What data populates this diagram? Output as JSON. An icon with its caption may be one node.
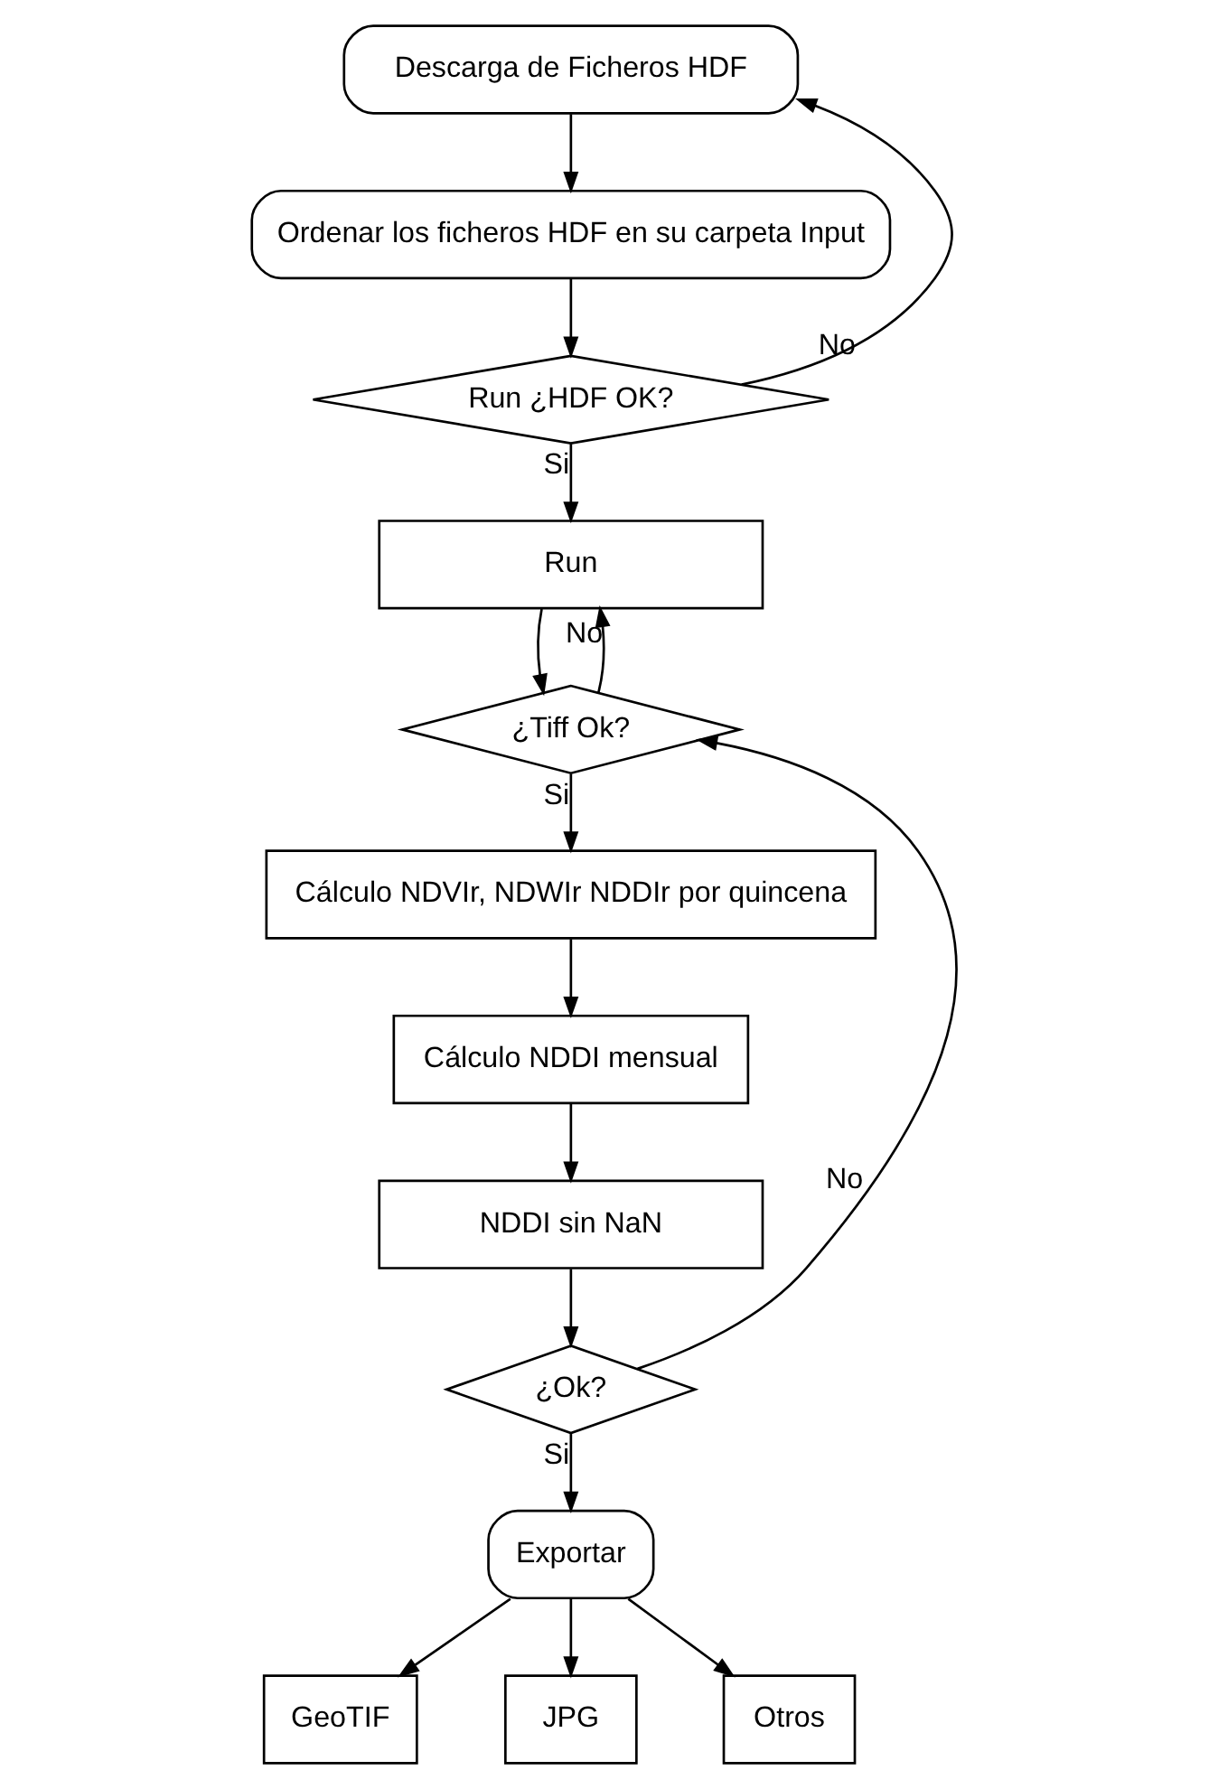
{
  "diagram": {
    "nodes": [
      {
        "text": [
          "Descarga de Ficheros HDF"
        ]
      },
      {
        "text": [
          "Ordenar los ficheros HDF en su carpeta Input"
        ]
      },
      {
        "text": [
          "Run ¿HDF OK?"
        ]
      },
      {
        "text": [
          "Run"
        ]
      },
      {
        "text": [
          "¿Tiff Ok?"
        ]
      },
      {
        "text": [
          "Cálculo NDVIr, NDWIr NDDIr por quincena"
        ]
      },
      {
        "text": [
          "Cálculo NDDI mensual"
        ]
      },
      {
        "text": [
          "NDDI sin NaN"
        ]
      },
      {
        "text": [
          "¿Ok?"
        ]
      },
      {
        "text": [
          "Exportar"
        ]
      },
      {
        "text": [
          "GeoTIF"
        ]
      },
      {
        "text": [
          "JPG"
        ]
      },
      {
        "text": [
          "Otros"
        ]
      }
    ],
    "edges": [
      {
        "from": 0,
        "to": 1,
        "arrow": "to"
      },
      {
        "from": 1,
        "to": 2,
        "arrow": "to"
      },
      {
        "from": 2,
        "to": 3,
        "arrow": "to",
        "label": "Si"
      },
      {
        "from": 2,
        "to": 0,
        "arrow": "to",
        "label": "No"
      },
      {
        "from": 3,
        "to": 4,
        "arrow": "to"
      },
      {
        "from": 4,
        "to": 3,
        "arrow": "to",
        "label": "No"
      },
      {
        "from": 4,
        "to": 5,
        "arrow": "to",
        "label": "Si"
      },
      {
        "from": 5,
        "to": 6,
        "arrow": "to"
      },
      {
        "from": 6,
        "to": 7,
        "arrow": "to"
      },
      {
        "from": 7,
        "to": 8,
        "arrow": "to"
      },
      {
        "from": 8,
        "to": 4,
        "arrow": "to",
        "label": "No"
      },
      {
        "from": 8,
        "to": 9,
        "arrow": "to",
        "label": "Si"
      },
      {
        "from": 9,
        "to": 10,
        "arrow": "to"
      },
      {
        "from": 9,
        "to": 11,
        "arrow": "to"
      },
      {
        "from": 9,
        "to": 12,
        "arrow": "to"
      }
    ]
  }
}
